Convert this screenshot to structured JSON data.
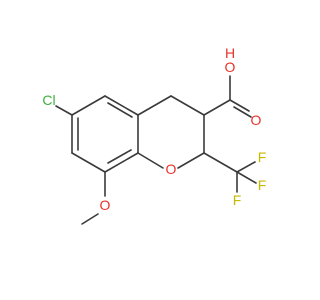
{
  "colors": {
    "bond": "#3a3a3a",
    "oxygen": "#e8332a",
    "chlorine": "#3fae3f",
    "fluorine": "#c9b800"
  },
  "atoms": {
    "cl": "Cl",
    "o_ring": "O",
    "o_methoxy": "O",
    "o_carbonyl": "O",
    "o_hydroxyl_o": "O",
    "o_hydroxyl_h": "H",
    "f1": "F",
    "f2": "F",
    "f3": "F"
  }
}
